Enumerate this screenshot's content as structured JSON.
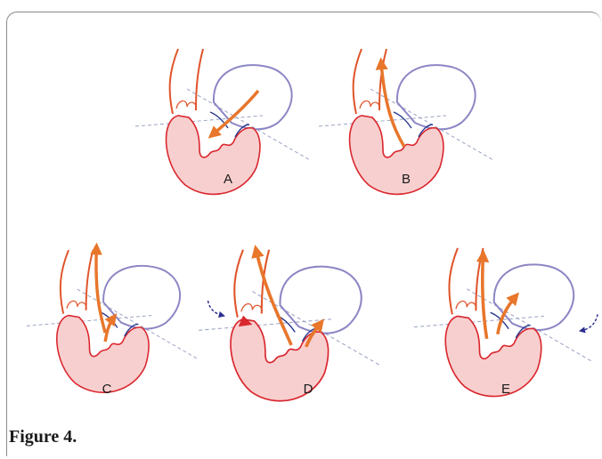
{
  "figure": {
    "caption": "Figure 4.",
    "panels": [
      {
        "label": "A",
        "flow": "filling"
      },
      {
        "label": "B",
        "flow": "ejection"
      },
      {
        "label": "C",
        "flow": "ejection"
      },
      {
        "label": "D",
        "flow": "ejection",
        "annular_rotation": true
      },
      {
        "label": "E",
        "flow": "ejection",
        "annular_rotation": true
      }
    ]
  },
  "colors": {
    "ventricle_fill": "#f8cfcf",
    "ventricle_stroke": "#d9272e",
    "aorta_stroke": "#e0542a",
    "atrium_stroke": "#8c86c4",
    "flow_arrow": "#e8762b",
    "annulus_line": "#9aa3c4",
    "rotation_arrow": "#2b2f8f",
    "leaflet": "#2b3a8f"
  }
}
